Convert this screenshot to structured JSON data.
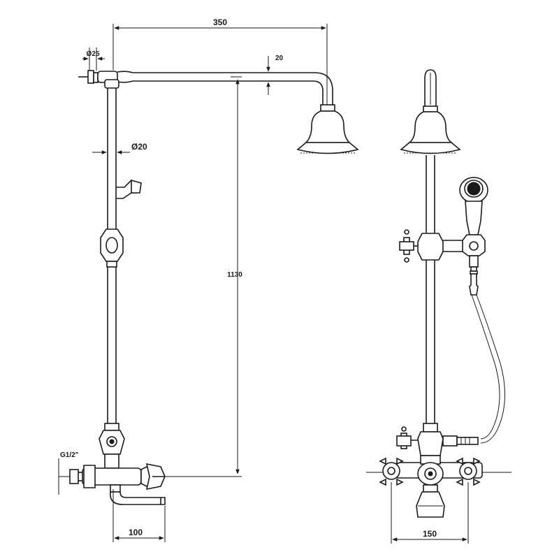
{
  "drawing": {
    "dimensions": {
      "width_350": "350",
      "dia_25": "Ø25",
      "offset_20": "20",
      "dia_20": "Ø20",
      "height_1130": "1130",
      "thread_g12": "G1/2\"",
      "spout_100": "100",
      "centers_150": "150"
    }
  }
}
